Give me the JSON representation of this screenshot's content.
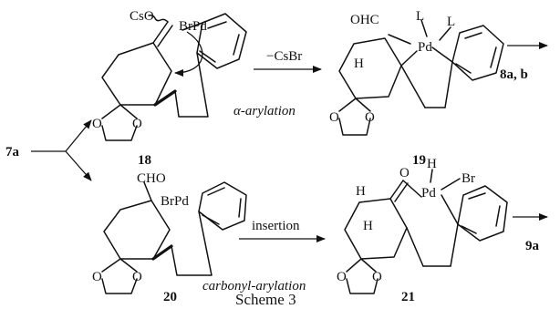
{
  "scheme": {
    "caption": "Scheme 3",
    "start_compound": "7a",
    "upper": {
      "reactant_label": "18",
      "reagent": "−CsBr",
      "condition": "α-arylation",
      "intermediate_label": "19",
      "product": "8a, b"
    },
    "lower": {
      "reactant_label": "20",
      "reagent": "insertion",
      "condition": "carbonyl-arylation",
      "intermediate_label": "21",
      "product": "9a"
    }
  },
  "atoms": {
    "cso": "CsO",
    "brpd": "BrPd",
    "ohc": "OHC",
    "pd": "Pd",
    "l": "L",
    "h": "H",
    "o": "O",
    "cho": "CHO",
    "br": "Br"
  }
}
